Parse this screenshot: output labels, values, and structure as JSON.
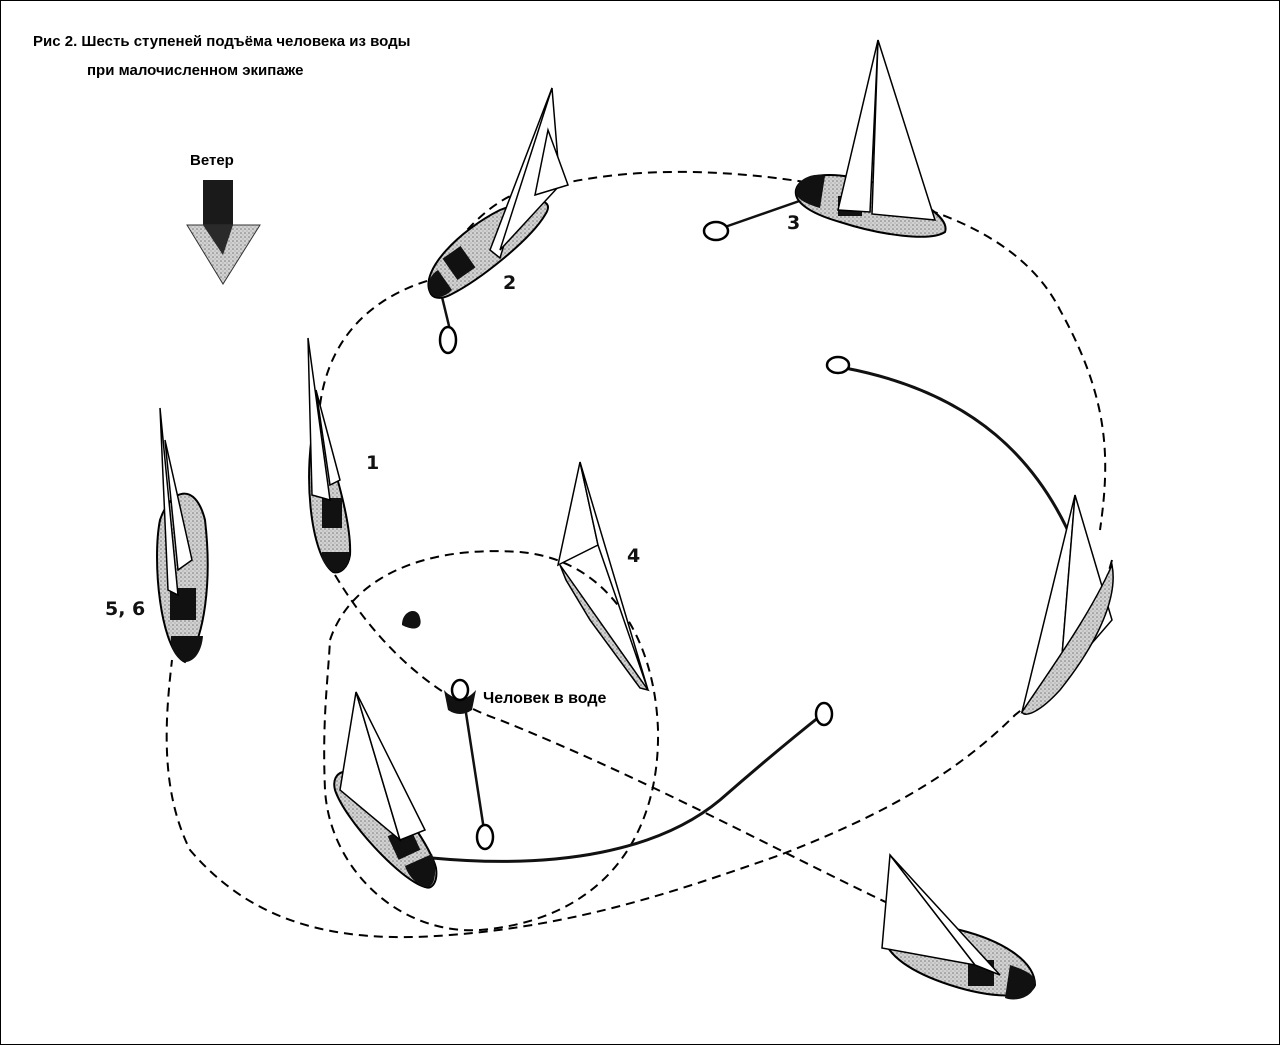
{
  "figure": {
    "title_line1": "Рис 2. Шесть ступеней подъёма человека из воды",
    "title_line2": "при малочисленном экипаже"
  },
  "wind": {
    "label": "Ветер",
    "icon": "wind-arrow-down-icon"
  },
  "man_overboard": {
    "label": "Человек в воде",
    "icon": "person-in-water-icon"
  },
  "stages": [
    {
      "label": "1"
    },
    {
      "label": "2"
    },
    {
      "label": "3"
    },
    {
      "label": "4"
    },
    {
      "label": "5, 6"
    }
  ],
  "colors": {
    "ink": "#000000",
    "hull_fill": "#c8c8c8",
    "background": "#ffffff"
  }
}
